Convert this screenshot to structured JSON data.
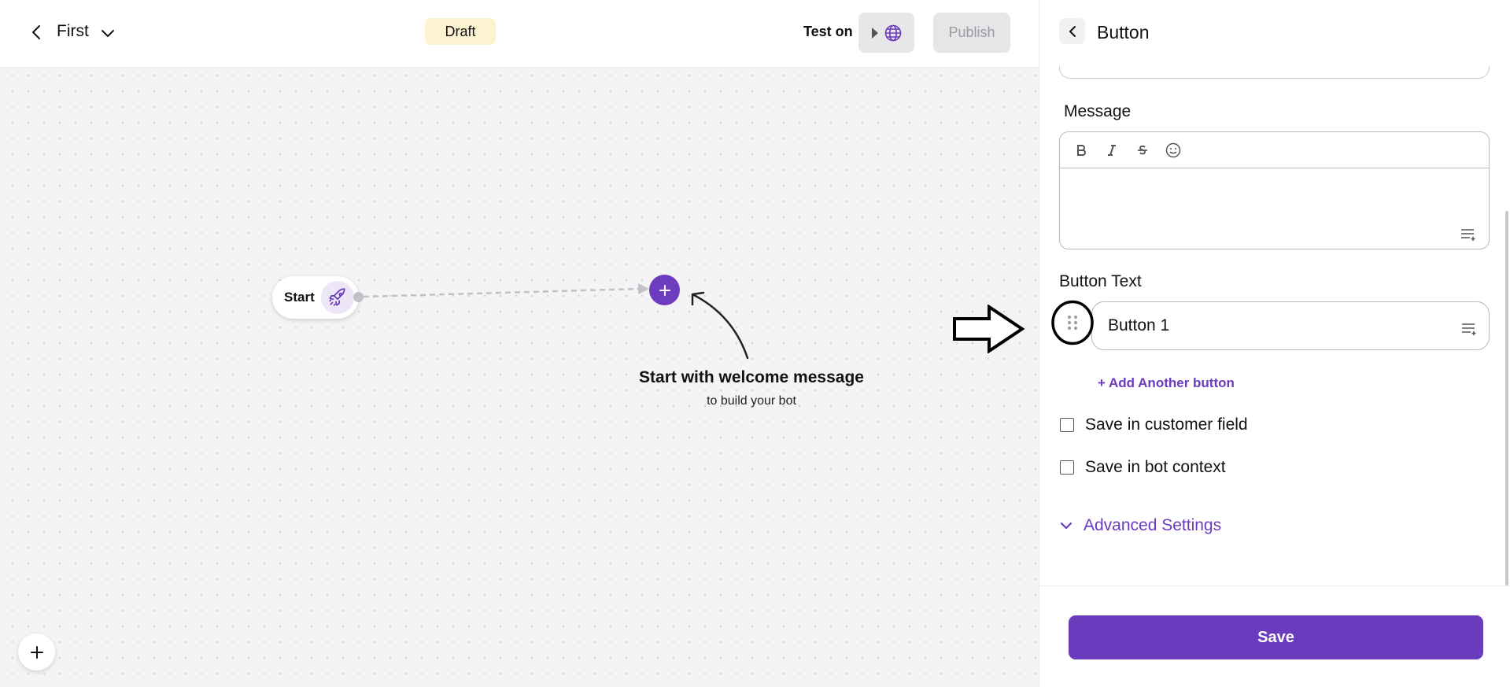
{
  "header": {
    "flow_title": "First",
    "status_badge": "Draft",
    "test_label": "Test on",
    "publish_label": "Publish"
  },
  "canvas": {
    "start_node_label": "Start",
    "hint_title": "Start with welcome message",
    "hint_subtitle": "to build your bot"
  },
  "panel": {
    "title": "Button",
    "message_label": "Message",
    "message_value": "",
    "toolbar": [
      "bold-icon",
      "italic-icon",
      "strikethrough-icon",
      "emoji-icon"
    ],
    "button_text_label": "Button Text",
    "button_value": "Button 1",
    "add_button_label": "+ Add Another button",
    "checkbox_customer_field": "Save in customer field",
    "checkbox_bot_context": "Save in bot context",
    "advanced_label": "Advanced Settings",
    "save_label": "Save"
  },
  "colors": {
    "accent": "#6b3bbd",
    "draft_badge_bg": "#fdf3d0",
    "canvas_bg": "#f4f4f6"
  }
}
